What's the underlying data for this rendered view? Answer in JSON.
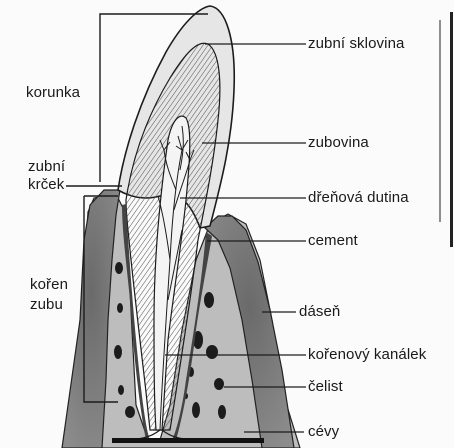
{
  "diagram": {
    "labels_left": {
      "crown": "korunka",
      "neck_line1": "zubní",
      "neck_line2": "krček",
      "root_line1": "kořen",
      "root_line2": "zubu"
    },
    "labels_right": {
      "enamel": "zubní sklovina",
      "dentin": "zubovina",
      "pulp_cavity": "dřeňová dutina",
      "cement": "cement",
      "gum": "dáseň",
      "root_canal": "kořenový kanálek",
      "jaw": "čelist",
      "vessels": "cévy"
    },
    "colors": {
      "ink": "#1a1a1a",
      "enamel": "#e6e6e6",
      "dentin": "#9a9a9a",
      "gum": "#7a7a7a",
      "jaw": "#bdbdbd",
      "pulp": "#f4f4f4"
    }
  }
}
